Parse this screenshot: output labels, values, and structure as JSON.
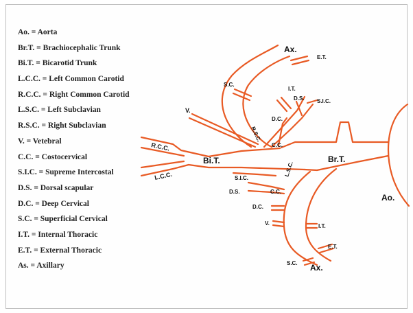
{
  "legend": [
    "Ao. = Aorta",
    "Br.T. = Brachiocephalic Trunk",
    "Bi.T. = Bicarotid Trunk",
    "L.C.C. = Left Common Carotid",
    "R.C.C. = Right Common Carotid",
    "L.S.C. = Left Subclavian",
    "R.S.C. = Right Subclavian",
    "V. = Vetebral",
    "C.C. = Costocervical",
    "S.I.C. = Supreme Intercostal",
    "D.S. = Dorsal scapular",
    "D.C. = Deep Cervical",
    "S.C. = Superficial Cervical",
    "I.T. = Internal Thoracic",
    "E.T. = External Thoracic",
    "As. = Axillary"
  ],
  "labels": {
    "ax_top": "Ax.",
    "et_top": "E.T.",
    "sc_top": "S.C.",
    "it_top": "I.T.",
    "ds_top": "D.S.",
    "sic_top": "S.I.C.",
    "v_top": "V.",
    "dc_top": "D.C.",
    "rsc": "R.S.C.",
    "cc_top": "C.C.",
    "rcc": "R.C.C.",
    "lcc": "L.C.C.",
    "bit": "Bi.T.",
    "brt": "Br.T.",
    "ao": "Ao.",
    "sic_bottom": "S.I.C.",
    "ds_bottom": "D.S.",
    "cc_bottom": "C.C.",
    "lsc": "L.S.C.",
    "dc_bottom": "D.C.",
    "v_bottom": "V.",
    "it_bottom": "I.T.",
    "et_bottom": "E.T.",
    "sc_bottom": "S.C.",
    "ax_bottom": "Ax."
  },
  "colors": {
    "vessel": "#e85a24",
    "text": "#111111"
  }
}
